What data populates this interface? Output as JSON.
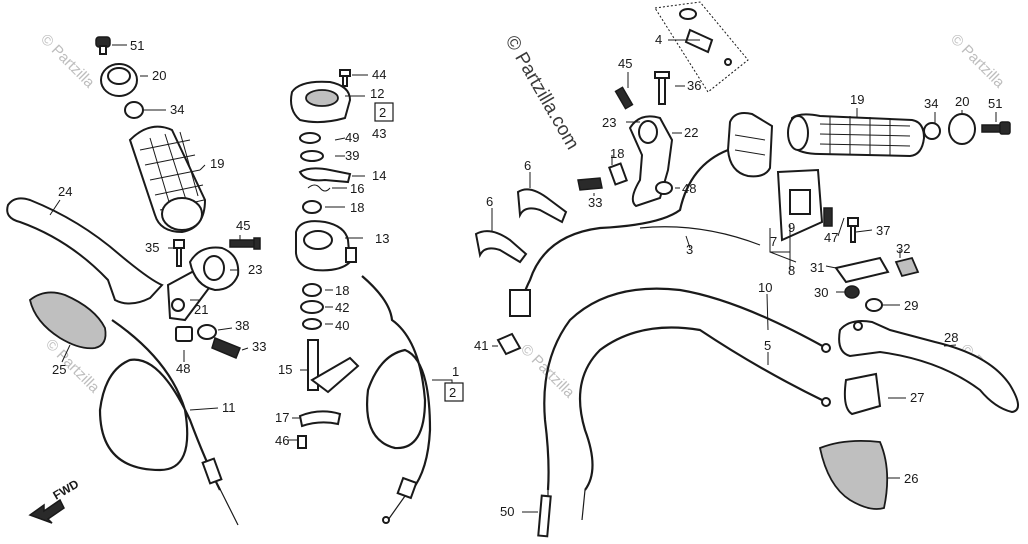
{
  "watermark": {
    "brand": "© Partzilla.com",
    "corner": "© Partzilla"
  },
  "fwd_label": "FWD",
  "callouts": {
    "c51a": "51",
    "c20a": "20",
    "c34a": "34",
    "c19a": "19",
    "c24": "24",
    "c45a": "45",
    "c35": "35",
    "c23a": "23",
    "c21": "21",
    "c38": "38",
    "c33a": "33",
    "c48a": "48",
    "c25": "25",
    "c11": "11",
    "c44": "44",
    "c12": "12",
    "c2a": "2",
    "c43": "43",
    "c49": "49",
    "c39": "39",
    "c14": "14",
    "c16": "16",
    "c18a": "18",
    "c13": "13",
    "c18b": "18",
    "c42": "42",
    "c40": "40",
    "c15": "15",
    "c17": "17",
    "c46": "46",
    "c1": "1",
    "c2b": "2",
    "c4": "4",
    "c45b": "45",
    "c36": "36",
    "c23b": "23",
    "c22": "22",
    "c18c": "18",
    "c33b": "33",
    "c48b": "48",
    "c6a": "6",
    "c6b": "6",
    "c3": "3",
    "c41": "41",
    "c50": "50",
    "c10": "10",
    "c5": "5",
    "c19b": "19",
    "c34b": "34",
    "c20b": "20",
    "c51b": "51",
    "c7": "7",
    "c9": "9",
    "c47": "47",
    "c37": "37",
    "c8": "8",
    "c32": "32",
    "c31": "31",
    "c30": "30",
    "c29": "29",
    "c28": "28",
    "c27": "27",
    "c26": "26"
  }
}
